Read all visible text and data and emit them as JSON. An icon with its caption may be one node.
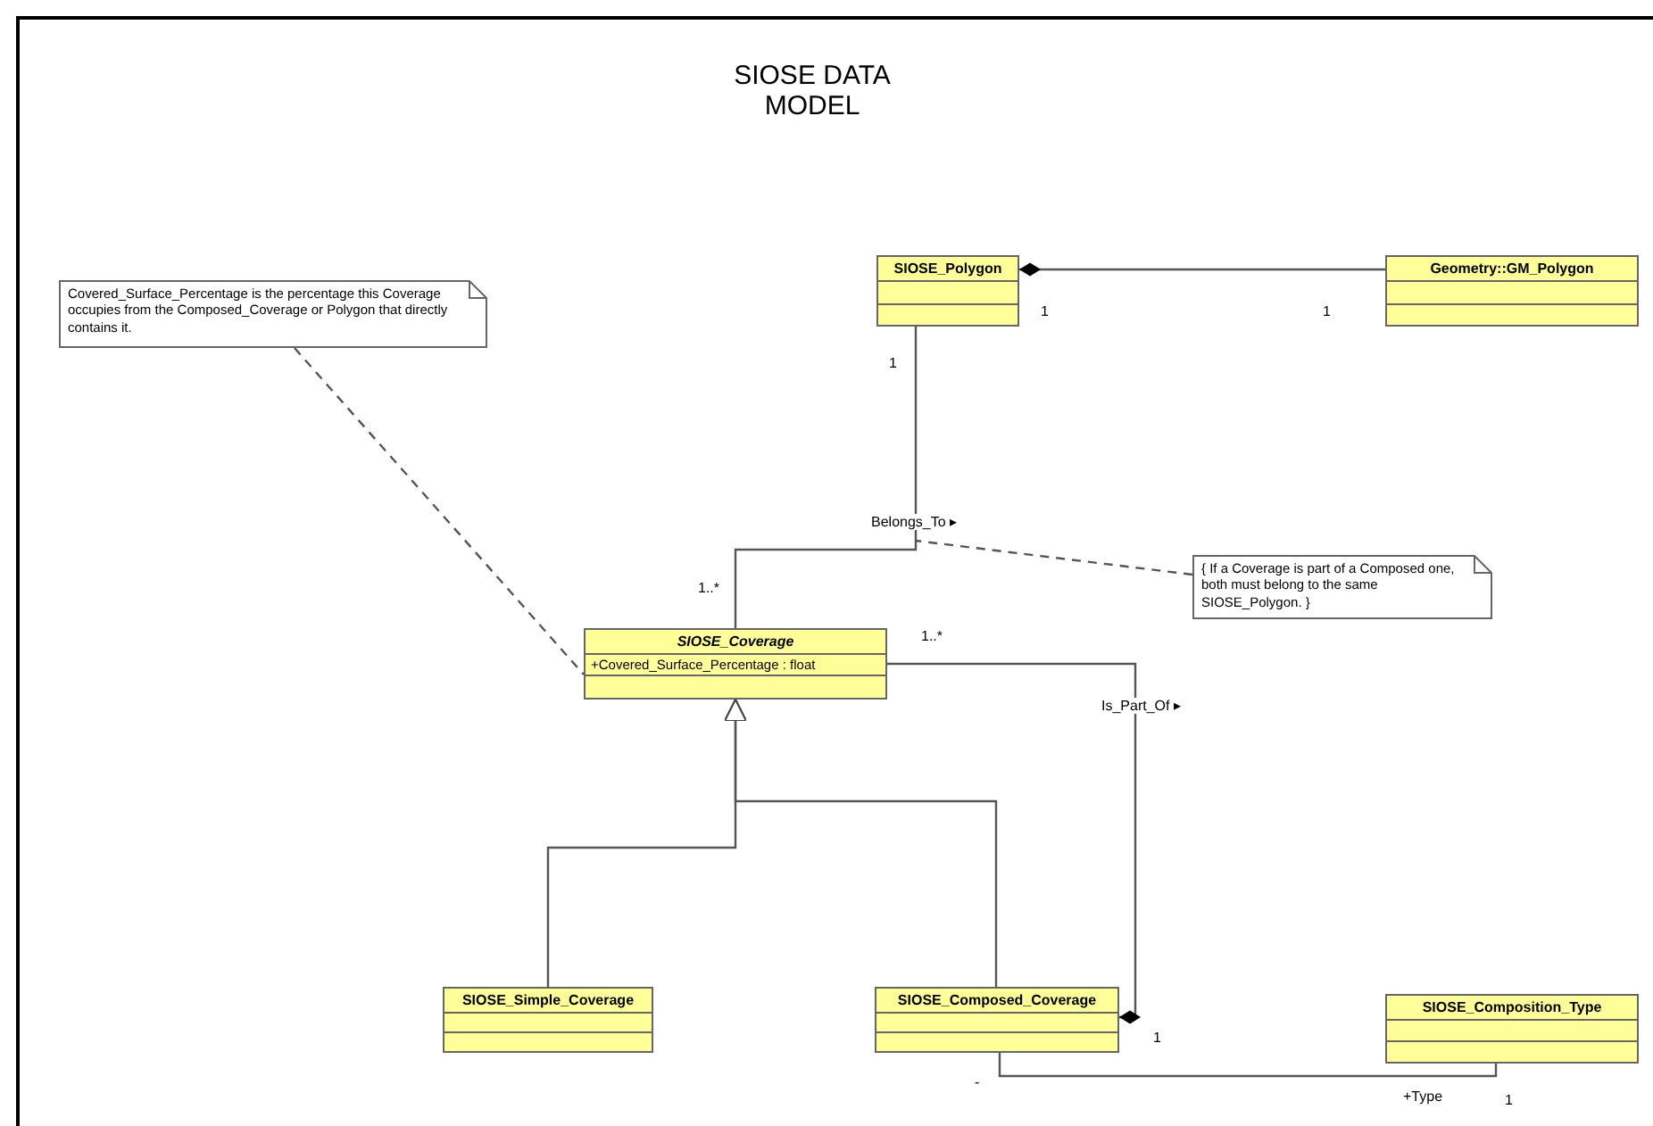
{
  "diagram": {
    "title": "SIOSE DATA MODEL",
    "nodes": [
      {
        "text": [
          "SIOSE_Polygon"
        ]
      },
      {
        "text": [
          "Geometry::GM_Polygon"
        ]
      },
      {
        "text": [
          "Covered_Surface_Percentage is the percentage this Coverage occupies from the Composed_Coverage or Polygon that directly contains it."
        ]
      },
      {
        "text": [
          "SIOSE_Coverage",
          "+Covered_Surface_Percentage : float"
        ]
      },
      {
        "text": [
          "{ If a Coverage is part of a Composed one, both must belong to the same SIOSE_Polygon. }"
        ]
      },
      {
        "text": [
          "SIOSE_Simple_Coverage"
        ]
      },
      {
        "text": [
          "SIOSE_Composed_Coverage"
        ]
      },
      {
        "text": [
          "SIOSE_Composition_Type"
        ]
      }
    ],
    "edges": [
      {
        "from": 0,
        "to": 1,
        "arrow": "other"
      },
      {
        "from": 0,
        "to": 3,
        "arrow": "none",
        "label": "Belongs_To ▸"
      },
      {
        "from": 4,
        "to": null,
        "arrow": "none",
        "style": "dashed"
      },
      {
        "from": 2,
        "to": 3,
        "arrow": "none",
        "style": "dashed"
      },
      {
        "from": 5,
        "to": 3,
        "arrow": "to"
      },
      {
        "from": 6,
        "to": 3,
        "arrow": "to"
      },
      {
        "from": 6,
        "to": 3,
        "arrow": "other",
        "label": "Is_Part_Of ▸"
      },
      {
        "from": 6,
        "to": 7,
        "arrow": "none"
      }
    ],
    "labels": [
      "1",
      "1",
      "1",
      "1..*",
      "1..*",
      "1",
      "-",
      "+Type",
      "1"
    ]
  }
}
